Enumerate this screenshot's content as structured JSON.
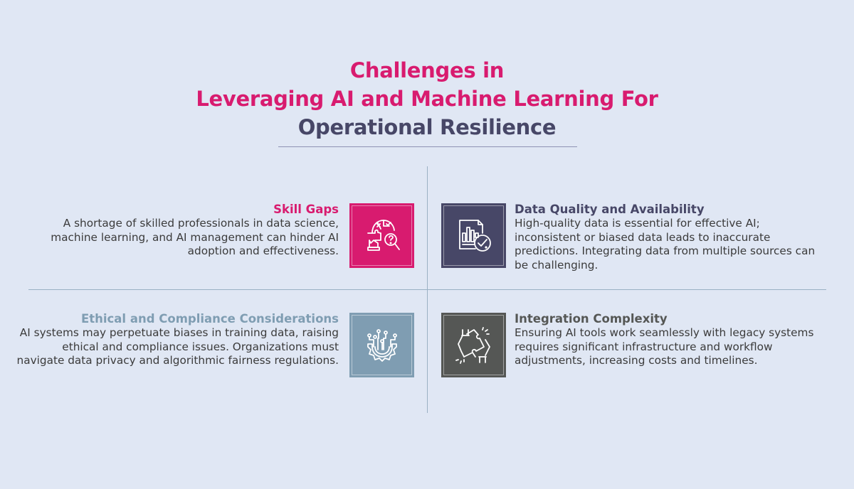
{
  "header": {
    "title_line1": "Challenges in",
    "title_line2": "Leveraging AI and Machine Learning For",
    "title_line3": "Operational Resilience"
  },
  "colors": {
    "background": "#e0e7f4",
    "pink": "#d81b6f",
    "navy": "#474767",
    "steel_blue": "#7f9db2",
    "charcoal": "#555755",
    "divider": "#9ab0c4"
  },
  "challenges": [
    {
      "id": "skill-gaps",
      "title": "Skill Gaps",
      "body": "A shortage of skilled professionals in data science, machine learning, and AI management can hinder AI adoption and effectiveness.",
      "icon": "puzzle-brain-magnifier-icon",
      "color": "#d81b6f"
    },
    {
      "id": "data-quality",
      "title": "Data Quality and Availability",
      "body": "High-quality data is essential for effective AI; inconsistent or biased data leads to inaccurate predictions. Integrating data from multiple sources can be challenging.",
      "icon": "document-chart-check-icon",
      "color": "#474767"
    },
    {
      "id": "ethical-compliance",
      "title": "Ethical and Compliance Considerations",
      "body": "AI systems may perpetuate biases in training data, raising ethical and compliance issues. Organizations must navigate data privacy and algorithmic fairness regulations.",
      "icon": "gear-circuit-icon",
      "color": "#7f9db2"
    },
    {
      "id": "integration-complexity",
      "title": "Integration Complexity",
      "body": "Ensuring AI tools work seamlessly with legacy systems requires significant infrastructure and workflow adjustments, increasing costs and timelines.",
      "icon": "hands-puzzle-icon",
      "color": "#555755"
    }
  ]
}
